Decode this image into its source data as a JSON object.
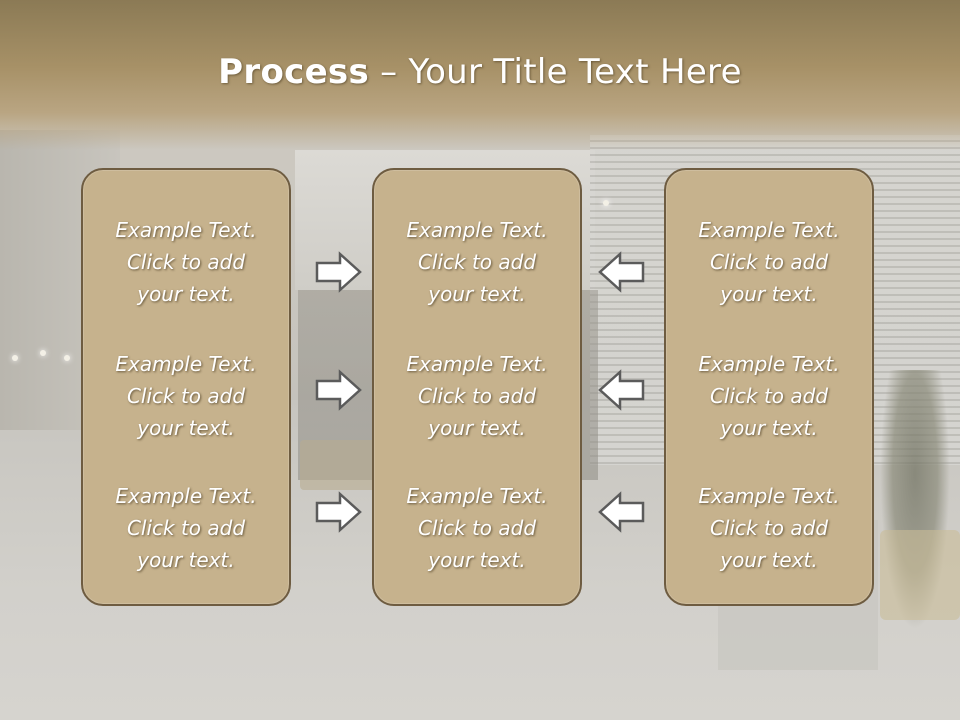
{
  "title": {
    "bold": "Process",
    "rest": " – Your Title Text Here"
  },
  "columns": [
    {
      "items": [
        "Example Text.\nClick  to add\nyour text.",
        "Example Text.\nClick  to add\nyour text.",
        "Example Text.\nClick  to add\nyour text."
      ]
    },
    {
      "items": [
        "Example Text.\nClick  to add\nyour text.",
        "Example Text.\nClick  to add\nyour text.",
        "Example Text.\nClick  to add\nyour text."
      ]
    },
    {
      "items": [
        "Example Text.\nClick  to add\nyour text.",
        "Example Text.\nClick  to add\nyour text.",
        "Example Text.\nClick  to add\nyour text."
      ]
    }
  ],
  "arrows": {
    "left_group": "arrow-right-icon",
    "right_group": "arrow-left-icon"
  },
  "colors": {
    "panel_fill": "#c6b28d",
    "panel_border": "#6e5c41",
    "header": "#a79167",
    "text": "#ffffff"
  }
}
